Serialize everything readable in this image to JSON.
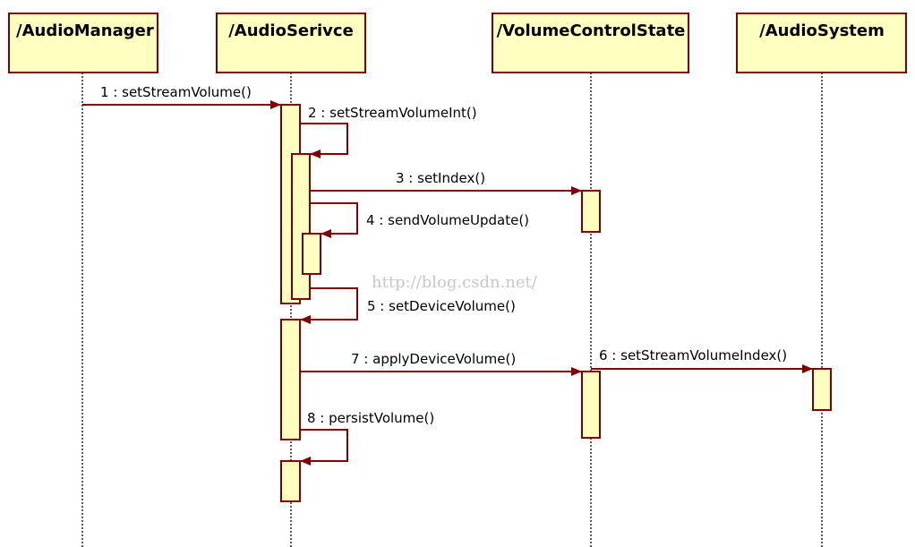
{
  "diagram": {
    "type": "uml-sequence",
    "colors": {
      "border": "#800000",
      "fill": "#FFFFC0",
      "lifeline": "#000000",
      "watermark": "#c8c8c8"
    },
    "objects": [
      {
        "id": "am",
        "name": "/AudioManager"
      },
      {
        "id": "as",
        "name": "/AudioSerivce"
      },
      {
        "id": "vcs",
        "name": "/VolumeControlState"
      },
      {
        "id": "sys",
        "name": "/AudioSystem"
      }
    ],
    "messages": [
      {
        "label": "1 : setStreamVolume()",
        "from": "am",
        "to": "as"
      },
      {
        "label": "2 : setStreamVolumeInt()",
        "from": "as",
        "to": "as"
      },
      {
        "label": "3 : setIndex()",
        "from": "as",
        "to": "vcs"
      },
      {
        "label": "4 : sendVolumeUpdate()",
        "from": "as",
        "to": "as"
      },
      {
        "label": "5 : setDeviceVolume()",
        "from": "as",
        "to": "as"
      },
      {
        "label": "6 : setStreamVolumeIndex()",
        "from": "vcs",
        "to": "sys"
      },
      {
        "label": "7 : applyDeviceVolume()",
        "from": "as",
        "to": "vcs"
      },
      {
        "label": "8 : persistVolume()",
        "from": "as",
        "to": "as"
      }
    ],
    "watermark": "http://blog.csdn.net/"
  }
}
